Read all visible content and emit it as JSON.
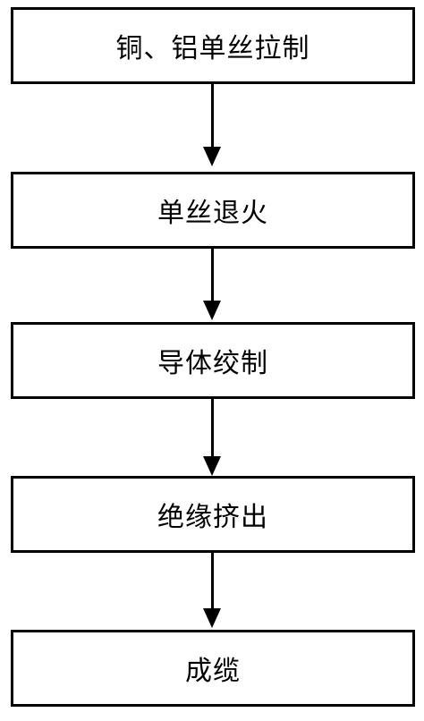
{
  "flowchart": {
    "steps": [
      {
        "label": "铜、铝单丝拉制"
      },
      {
        "label": "单丝退火"
      },
      {
        "label": "导体绞制"
      },
      {
        "label": "绝缘挤出"
      },
      {
        "label": "成缆"
      }
    ]
  }
}
